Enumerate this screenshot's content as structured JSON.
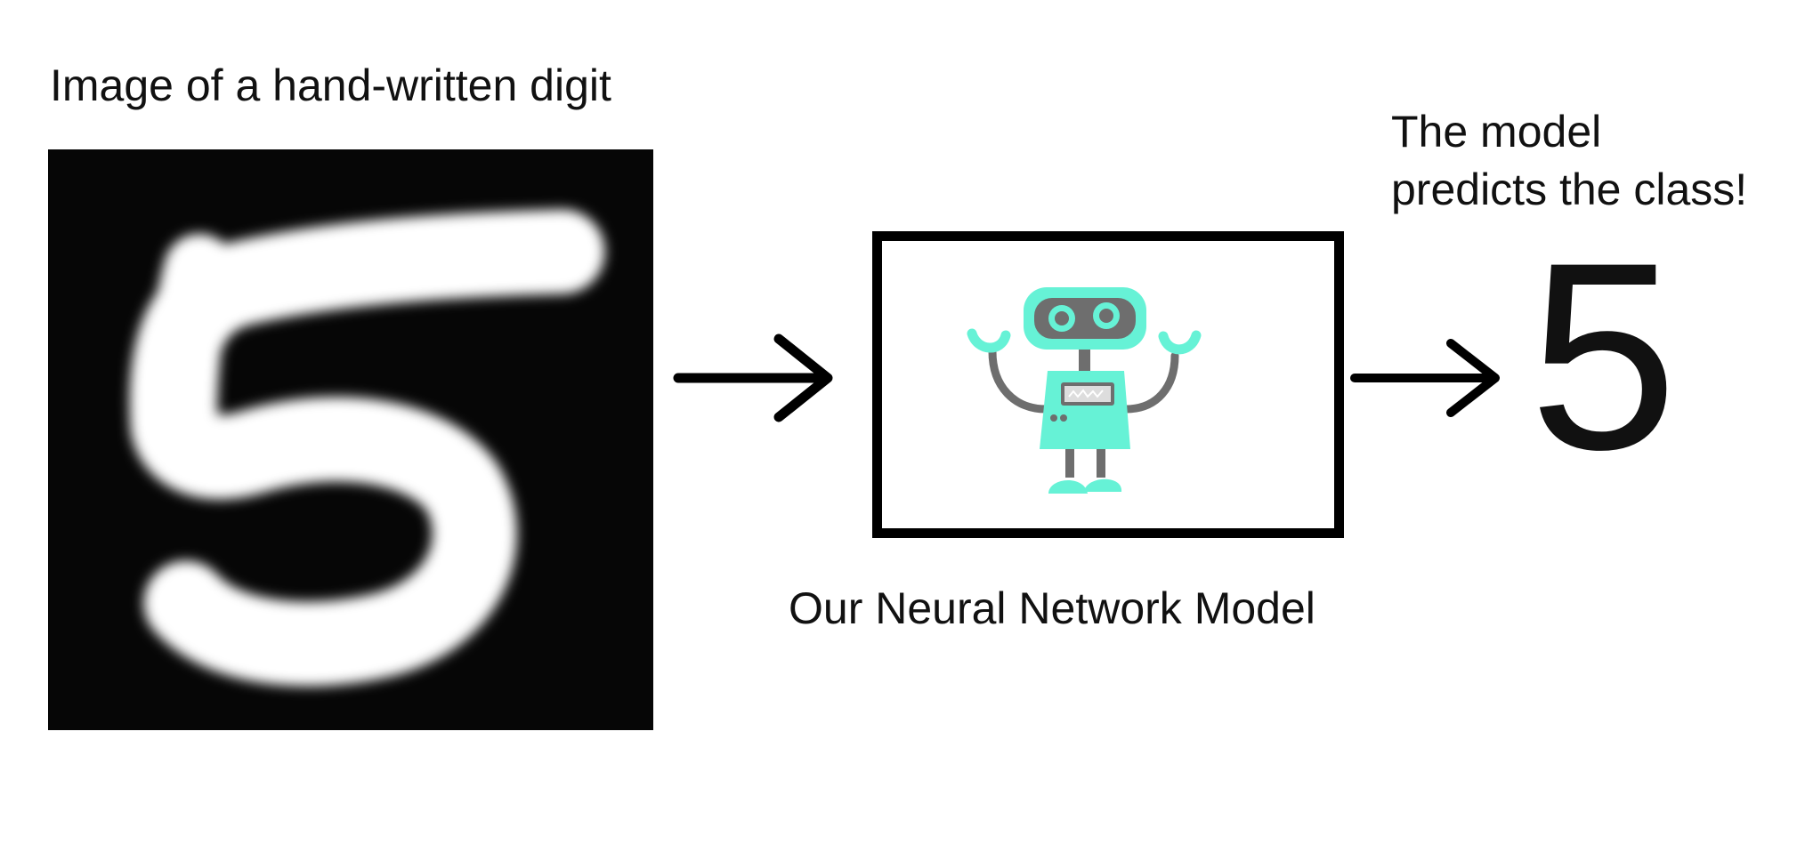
{
  "input": {
    "caption": "Image of a hand-written digit",
    "digit_glyph": "5"
  },
  "model": {
    "caption": "Our Neural Network Model",
    "icon": "robot-icon"
  },
  "output": {
    "caption_line1": "The model",
    "caption_line2": "predicts the class!",
    "prediction": "5"
  },
  "colors": {
    "robot_body": "#66F2D6",
    "robot_gray": "#6E6E6E",
    "digit_background": "#060606",
    "digit_stroke": "#FFFFFF"
  }
}
